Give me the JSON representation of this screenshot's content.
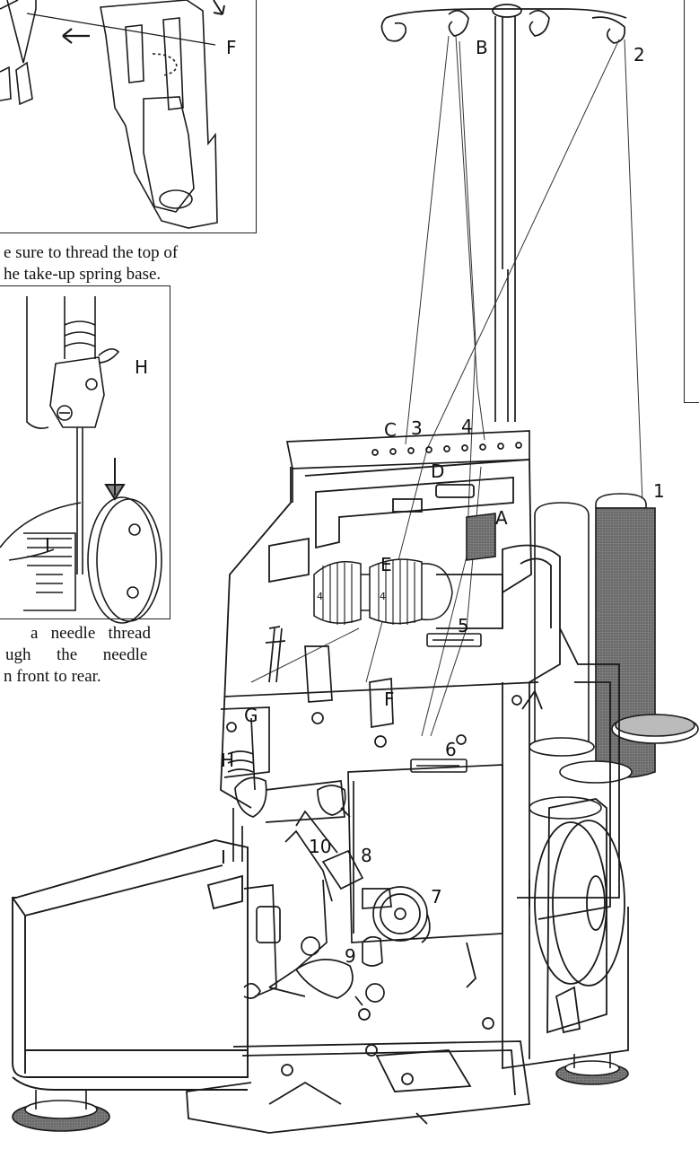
{
  "captions": {
    "take_up_note": {
      "line1": "e sure to thread the top of",
      "line2": "he take-up spring base."
    },
    "needle_note": {
      "line1": "a   needle   thread",
      "line2": "ugh      the      needle",
      "line3": "n front to rear."
    }
  },
  "labels": {
    "inset_top": [
      "F"
    ],
    "inset_middle": [
      "H",
      "I"
    ],
    "main": [
      "B",
      "2",
      "C",
      "3",
      "4",
      "D",
      "A",
      "1",
      "E",
      "5",
      "G",
      "F",
      "6",
      "H",
      "I",
      "10",
      "8",
      "7",
      "9"
    ]
  },
  "colors": {
    "line": "#1a1a1a",
    "thread": "#333333",
    "spool_dark": "#5a5a5a",
    "shade": "#9a9a9a"
  }
}
